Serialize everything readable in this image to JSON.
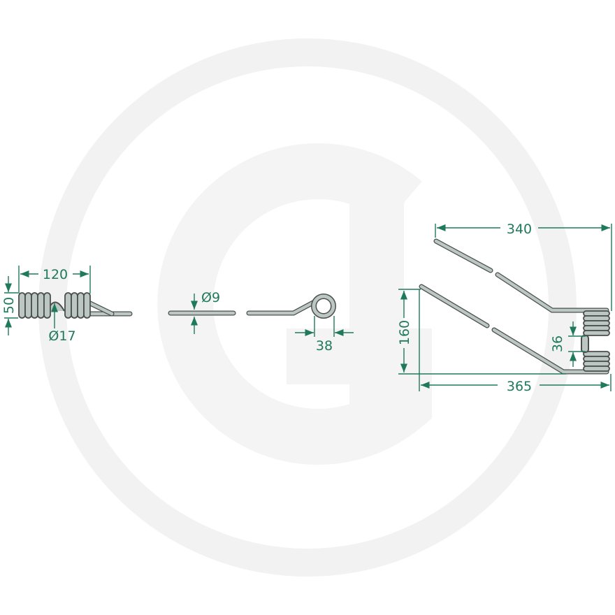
{
  "watermark": {
    "logo_letter": "g"
  },
  "dimensions": {
    "coil_length": "120",
    "coil_height": "50",
    "eye_diameter": "Ø17",
    "wire_diameter": "Ø9",
    "loop_width": "38",
    "upper_tine_length": "340",
    "tine_height": "160",
    "overall_length": "365",
    "coil_gap": "36"
  },
  "colors": {
    "dimension": "#1f7a5c",
    "steel": "#bcc7c4",
    "outline": "#4a4f4e",
    "watermark": "#f1f1f1"
  }
}
